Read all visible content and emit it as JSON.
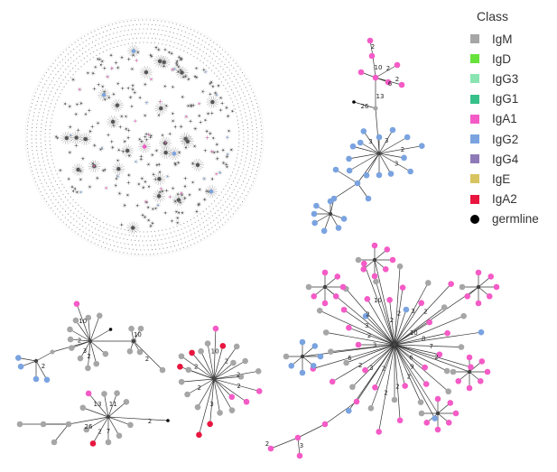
{
  "legend": {
    "title": "Class",
    "items": [
      {
        "label": "IgM",
        "color": "#a6a6a6",
        "shape": "square"
      },
      {
        "label": "IgD",
        "color": "#66e23a",
        "shape": "square"
      },
      {
        "label": "IgG3",
        "color": "#8ae4b1",
        "shape": "square"
      },
      {
        "label": "IgG1",
        "color": "#36c08a",
        "shape": "square"
      },
      {
        "label": "IgA1",
        "color": "#f45bc6",
        "shape": "square"
      },
      {
        "label": "IgG2",
        "color": "#7aa3e0",
        "shape": "square"
      },
      {
        "label": "IgG4",
        "color": "#8f7ab8",
        "shape": "square"
      },
      {
        "label": "IgE",
        "color": "#d8c460",
        "shape": "square"
      },
      {
        "label": "IgA2",
        "color": "#e8163f",
        "shape": "square"
      },
      {
        "label": "germline",
        "color": "#000000",
        "shape": "dot"
      }
    ]
  },
  "edge_labels": {
    "top_tree": [
      "2",
      "10",
      "2",
      "6",
      "2",
      "13",
      "26",
      "3",
      "3",
      "2",
      "3",
      "4",
      "2",
      "2",
      "2",
      "2",
      "2"
    ],
    "left_tree": [
      "10",
      "2",
      "3",
      "2",
      "2",
      "10",
      "2",
      "2",
      "6",
      "2",
      "7"
    ],
    "bottom_left_tree": [
      "13",
      "11",
      "2",
      "7",
      "26",
      "2",
      "3",
      "10",
      "2"
    ],
    "middle_tree": [
      "10",
      "2",
      "2",
      "2",
      "3",
      "2",
      "2",
      "2",
      "2"
    ],
    "large_tree": [
      "3",
      "2",
      "3",
      "2",
      "10",
      "2",
      "2",
      "3",
      "2",
      "10",
      "8",
      "7",
      "2",
      "6",
      "9",
      "2",
      "2",
      "2",
      "2",
      "3",
      "2",
      "6",
      "3",
      "2",
      "15",
      "5",
      "2",
      "10",
      "2",
      "3"
    ]
  }
}
